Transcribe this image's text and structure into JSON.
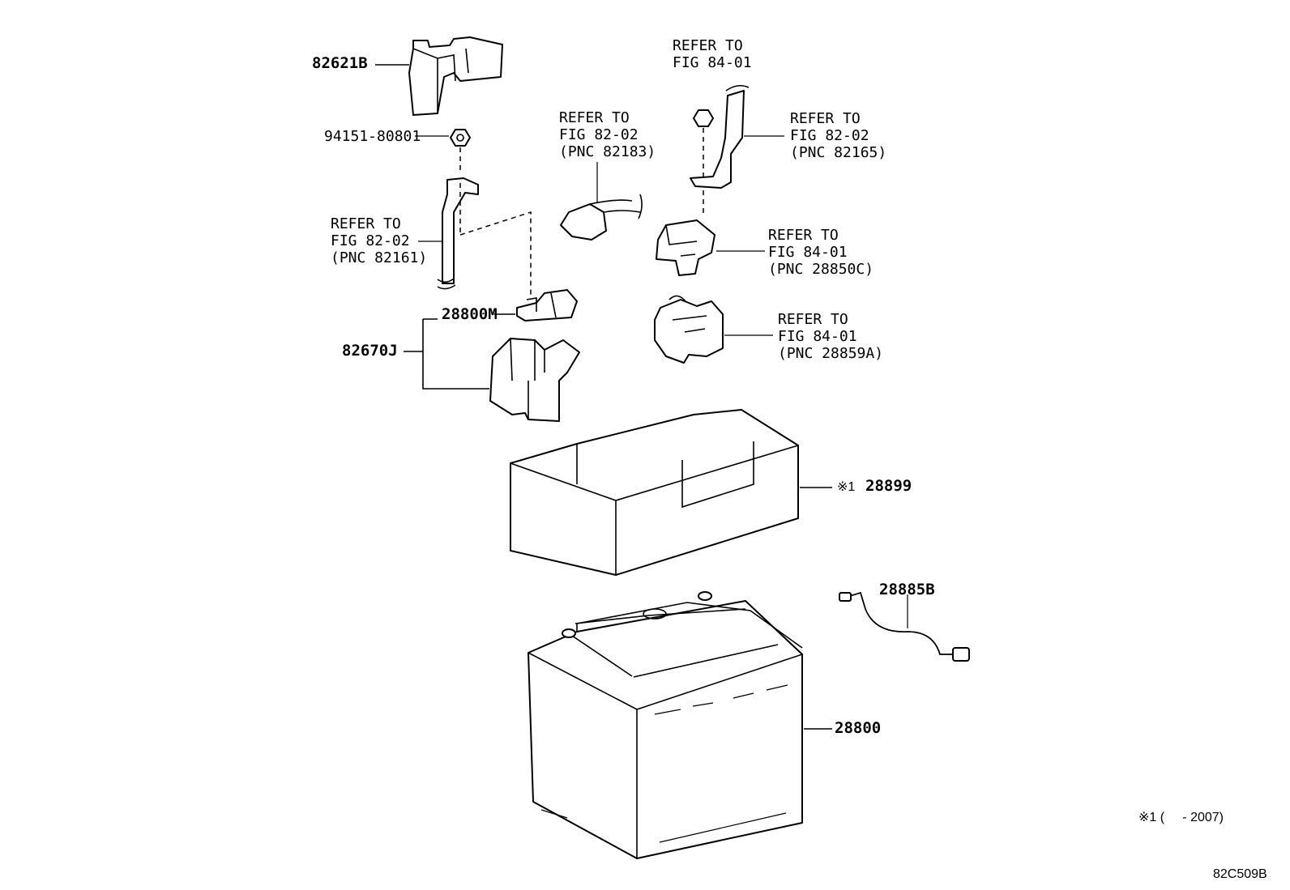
{
  "diagram": {
    "parts": {
      "p82621b": "82621B",
      "p94151": "94151-80801",
      "p28800m": "28800M",
      "p82670j": "82670J",
      "p28899": "28899",
      "p28899_mark": "※1",
      "p28885b": "28885B",
      "p28800": "28800"
    },
    "refs": {
      "r1": [
        "REFER TO",
        "FIG 82-02",
        "(PNC 82161)"
      ],
      "r2": [
        "REFER TO",
        "FIG 82-02",
        "(PNC 82183)"
      ],
      "r3": [
        "REFER TO",
        "FIG 84-01"
      ],
      "r4": [
        "REFER TO",
        "FIG 82-02",
        "(PNC 82165)"
      ],
      "r5": [
        "REFER TO",
        "FIG 84-01",
        "(PNC 28850C)"
      ],
      "r6": [
        "REFER TO",
        "FIG 84-01",
        "(PNC 28859A)"
      ]
    },
    "footnote": "※1 (     - 2007)",
    "figure_code": "82C509B"
  }
}
